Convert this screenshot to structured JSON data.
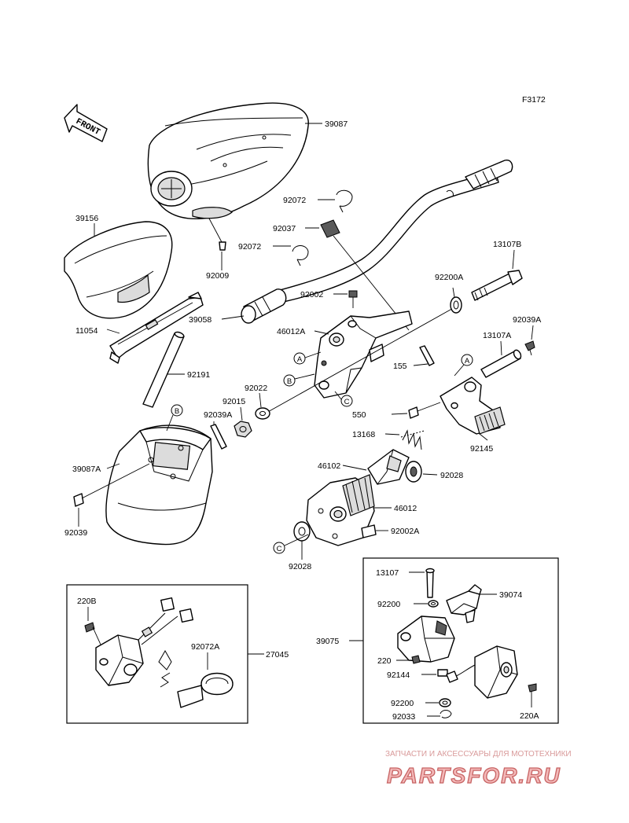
{
  "figure_code": "F3172",
  "front_label": "FRONT",
  "parts": [
    {
      "id": "p39087",
      "number": "39087"
    },
    {
      "id": "p39156",
      "number": "39156"
    },
    {
      "id": "p92009",
      "number": "92009"
    },
    {
      "id": "p92072a",
      "number": "92072"
    },
    {
      "id": "p92037",
      "number": "92037"
    },
    {
      "id": "p92072b",
      "number": "92072"
    },
    {
      "id": "p13107b",
      "number": "13107B"
    },
    {
      "id": "p92200a",
      "number": "92200A"
    },
    {
      "id": "p92002",
      "number": "92002"
    },
    {
      "id": "p11054",
      "number": "11054"
    },
    {
      "id": "p39058",
      "number": "39058"
    },
    {
      "id": "p46012a",
      "number": "46012A"
    },
    {
      "id": "p92039a_top",
      "number": "92039A"
    },
    {
      "id": "p13107a",
      "number": "13107A"
    },
    {
      "id": "p155",
      "number": "155"
    },
    {
      "id": "p92191",
      "number": "92191"
    },
    {
      "id": "p92022",
      "number": "92022"
    },
    {
      "id": "p92015",
      "number": "92015"
    },
    {
      "id": "p550",
      "number": "550"
    },
    {
      "id": "p92039a",
      "number": "92039A"
    },
    {
      "id": "p92145",
      "number": "92145"
    },
    {
      "id": "p13168",
      "number": "13168"
    },
    {
      "id": "p39087a",
      "number": "39087A"
    },
    {
      "id": "p46102",
      "number": "46102"
    },
    {
      "id": "p92028a",
      "number": "92028"
    },
    {
      "id": "p46012",
      "number": "46012"
    },
    {
      "id": "p92039",
      "number": "92039"
    },
    {
      "id": "p92002a",
      "number": "92002A"
    },
    {
      "id": "p92028b",
      "number": "92028"
    },
    {
      "id": "p220b",
      "number": "220B"
    },
    {
      "id": "p92072a_box",
      "number": "92072A"
    },
    {
      "id": "p27045",
      "number": "27045"
    },
    {
      "id": "p13107",
      "number": "13107"
    },
    {
      "id": "p39075",
      "number": "39075"
    },
    {
      "id": "p92200",
      "number": "92200"
    },
    {
      "id": "p39074",
      "number": "39074"
    },
    {
      "id": "p220",
      "number": "220"
    },
    {
      "id": "p92144",
      "number": "92144"
    },
    {
      "id": "p92200b",
      "number": "92200"
    },
    {
      "id": "p92033",
      "number": "92033"
    },
    {
      "id": "p220a",
      "number": "220A"
    }
  ],
  "ref_markers": [
    "A",
    "B",
    "C",
    "A",
    "B",
    "C"
  ],
  "watermark": {
    "subtitle": "ЗАПЧАСТИ И АКСЕССУАРЫ ДЛЯ МОТОТЕХНИКИ",
    "brand": "PARTSFOR.RU"
  }
}
